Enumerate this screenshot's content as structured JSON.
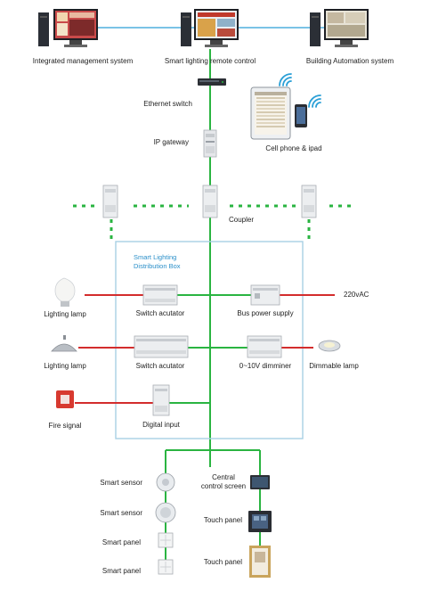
{
  "colors": {
    "green": "#2ab441",
    "blue": "#2a9fd6",
    "red": "#d32d2d",
    "box_border": "#a8cfe3",
    "box_title": "#2a8fc9"
  },
  "systems": {
    "left": "Integrated management system",
    "center": "Smart lighting remote control",
    "right": "Building Automation system"
  },
  "network": {
    "ethernet_switch": "Ethernet switch",
    "ip_gateway": "IP gateway",
    "mobile": "Cell phone & ipad",
    "coupler": "Coupler"
  },
  "box": {
    "title_line1": "Smart Lighting",
    "title_line2": "Distribution Box",
    "switch_actuator_1": "Switch acutator",
    "bus_power_supply": "Bus power supply",
    "switch_actuator_2": "Switch acutator",
    "dimmer": "0~10V dimminer",
    "digital_input": "Digital input"
  },
  "peripherals": {
    "lighting_lamp_1": "Lighting lamp",
    "lighting_lamp_2": "Lighting lamp",
    "fire_signal": "Fire signal",
    "ac_voltage": "220vAC",
    "dimmable_lamp": "Dimmable lamp"
  },
  "field": {
    "smart_sensor_1": "Smart sensor",
    "smart_sensor_2": "Smart sensor",
    "smart_panel_1": "Smart panel",
    "smart_panel_2": "Smart panel",
    "central_screen_line1": "Central",
    "central_screen_line2": "control screen",
    "touch_panel_1": "Touch panel",
    "touch_panel_2": "Touch panel"
  }
}
